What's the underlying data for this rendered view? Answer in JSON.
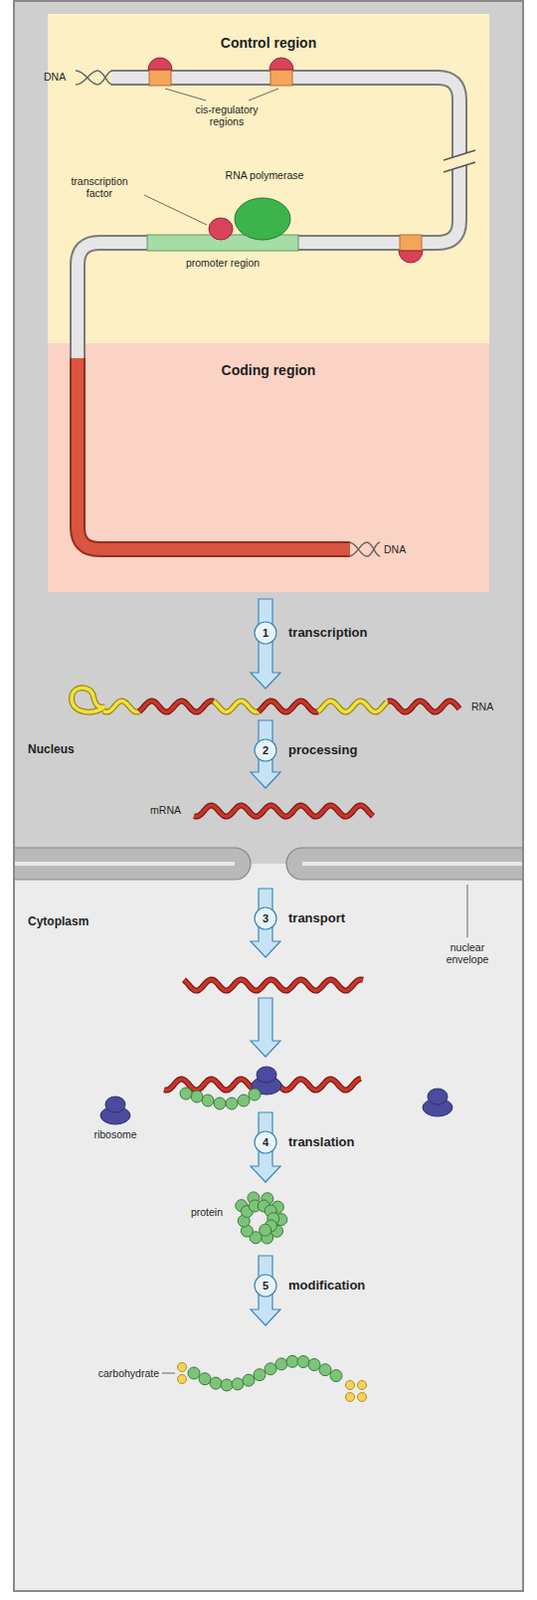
{
  "diagram": {
    "nodes": [
      {
        "text": [
          "Nucleus"
        ]
      },
      {
        "text": [
          "Control region"
        ],
        "in": 0
      },
      {
        "text": [
          "Coding region"
        ],
        "in": 0
      },
      {
        "text": [
          "Cytoplasm"
        ]
      }
    ],
    "labels": [
      "DNA",
      "cis-regulatory regions",
      "transcription factor",
      "RNA polymerase",
      "promoter region",
      "DNA",
      "1",
      "transcription",
      "RNA",
      "2",
      "processing",
      "mRNA",
      "3",
      "transport",
      "nuclear envelope",
      "ribosome",
      "4",
      "translation",
      "protein",
      "5",
      "modification",
      "carbohydrate"
    ]
  }
}
